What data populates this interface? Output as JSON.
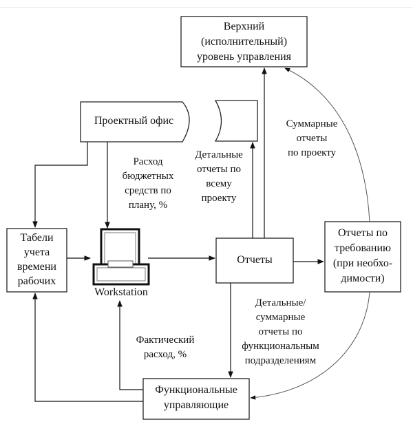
{
  "nodes": {
    "upper_management": [
      "Верхний",
      "(исполнительный)",
      "уровень управления"
    ],
    "project_office": "Проектный офис",
    "timesheets": [
      "Табели",
      "учета",
      "времени",
      "рабочих"
    ],
    "workstation": "Workstation",
    "reports": "Отчеты",
    "on_demand_reports": [
      "Отчеты по",
      "требованию",
      "(при необхо-",
      "димости)"
    ],
    "functional_managers": [
      "Функциональные",
      "управляющие"
    ]
  },
  "edge_labels": {
    "planned_budget": [
      "Расход",
      "бюджетных",
      "средств по",
      "плану, %"
    ],
    "detailed_project_reports": [
      "Детальные",
      "отчеты по",
      "всему",
      "проекту"
    ],
    "summary_project_reports": [
      "Суммарные",
      "отчеты",
      "по проекту"
    ],
    "functional_reports": [
      "Детальные/",
      "суммарные",
      "отчеты по",
      "функциональным",
      "подразделениям"
    ],
    "actual_expense": [
      "Фактический",
      "расход, %"
    ]
  },
  "colors": {
    "line": "#111111",
    "curve": "#555555",
    "background": "#ffffff"
  }
}
